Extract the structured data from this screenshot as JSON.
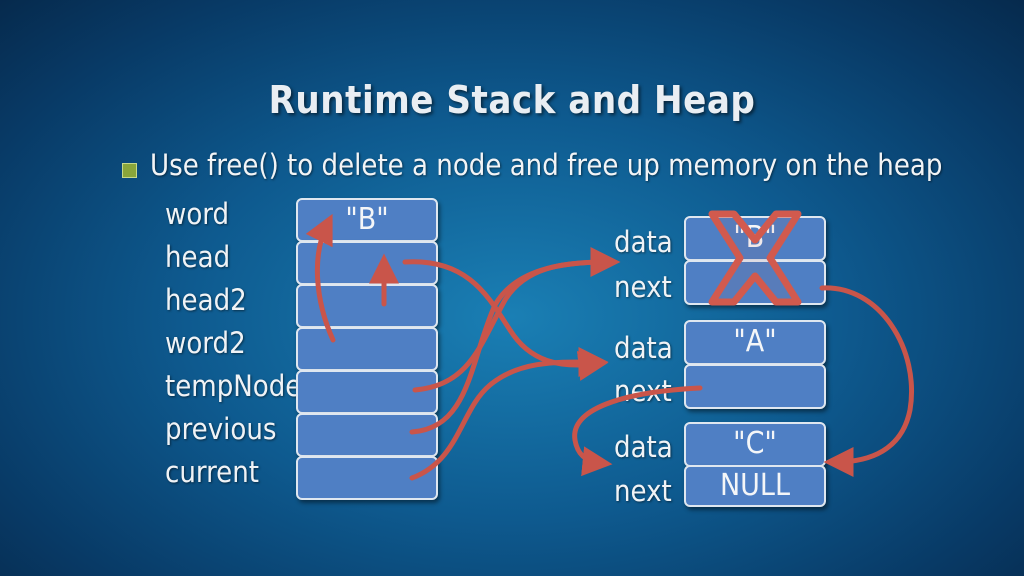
{
  "slide": {
    "title": "Runtime Stack and Heap",
    "bullet": "Use free() to delete a node and free up memory on the heap"
  },
  "stack": {
    "labels": [
      "word",
      "head",
      "head2",
      "word2",
      "tempNode",
      "previous",
      "current"
    ],
    "cells": [
      "\"B\"",
      "",
      "",
      "",
      "",
      "",
      ""
    ]
  },
  "heap": {
    "nodes": [
      {
        "data_label": "data",
        "next_label": "next",
        "data_value": "\"B\"",
        "next_value": "",
        "deleted": true
      },
      {
        "data_label": "data",
        "next_label": "next",
        "data_value": "\"A\"",
        "next_value": "",
        "deleted": false
      },
      {
        "data_label": "data",
        "next_label": "next",
        "data_value": "\"C\"",
        "next_value": "NULL",
        "deleted": false
      }
    ]
  },
  "colors": {
    "arrow": "#c9554a",
    "cell_fill": "#4f7fc4",
    "bullet": "#8aa63b"
  }
}
